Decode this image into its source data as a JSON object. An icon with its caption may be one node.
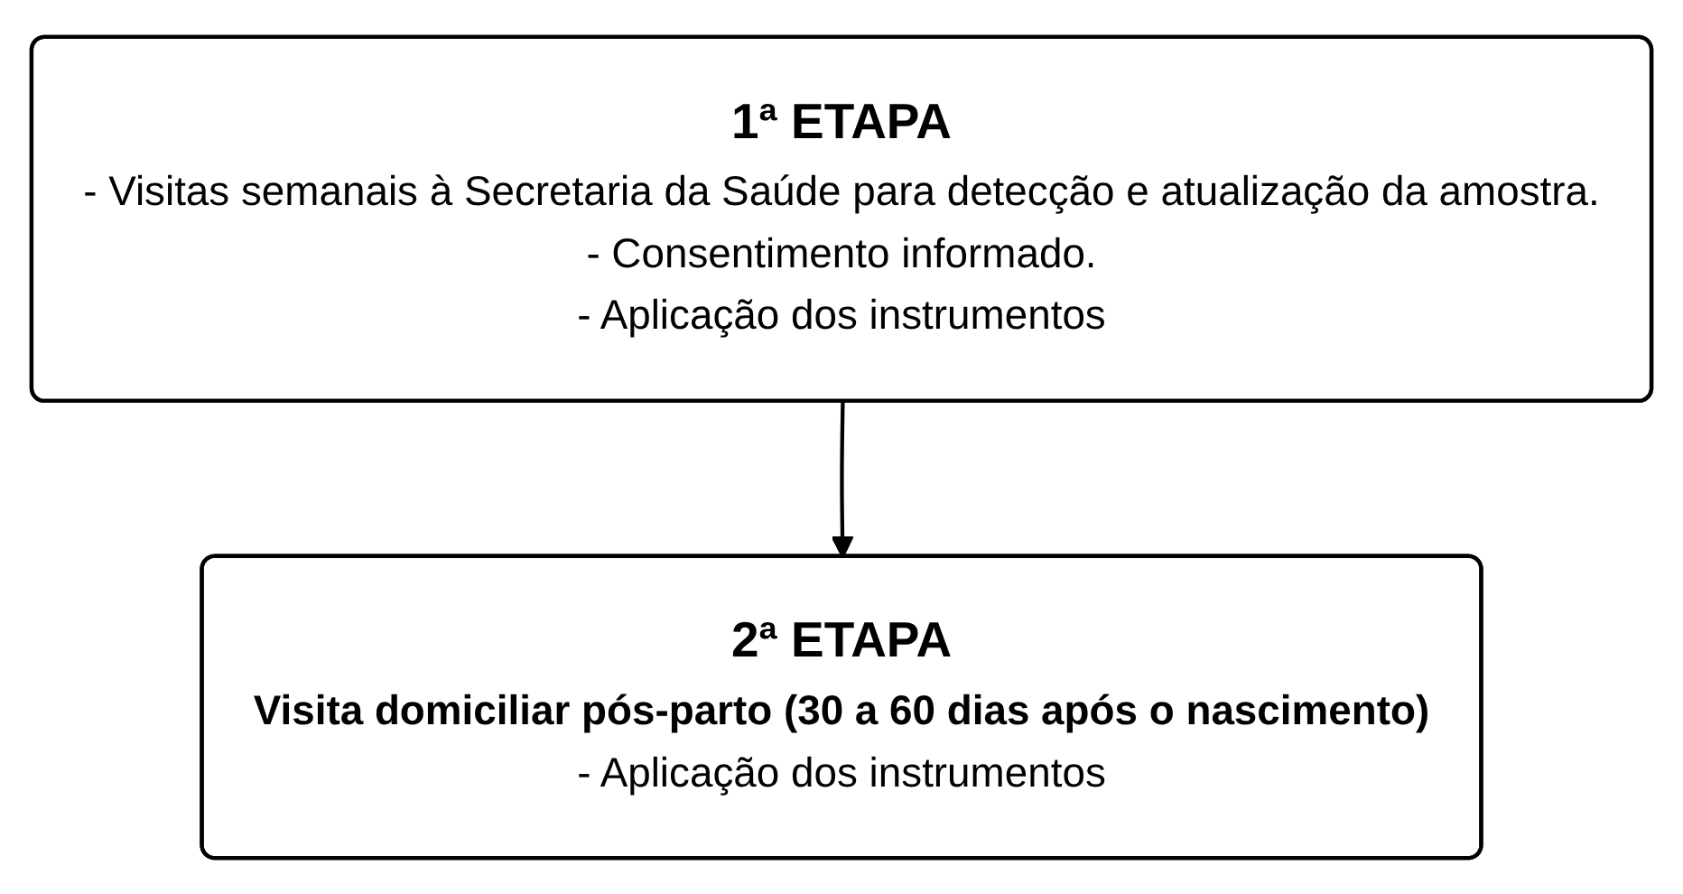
{
  "diagram": {
    "nodes": [
      {
        "text": [
          "1ª ETAPA",
          "- Visitas semanais à Secretaria da Saúde para detecção e atualização da amostra.",
          "- Consentimento informado.",
          "- Aplicação dos instrumentos"
        ]
      },
      {
        "text": [
          "2ª ETAPA",
          "Visita domiciliar pós-parto (30 a 60 dias após o nascimento)",
          "- Aplicação dos instrumentos"
        ]
      }
    ],
    "edges": [
      {
        "from": 0,
        "to": 1,
        "arrow": "to"
      }
    ]
  }
}
